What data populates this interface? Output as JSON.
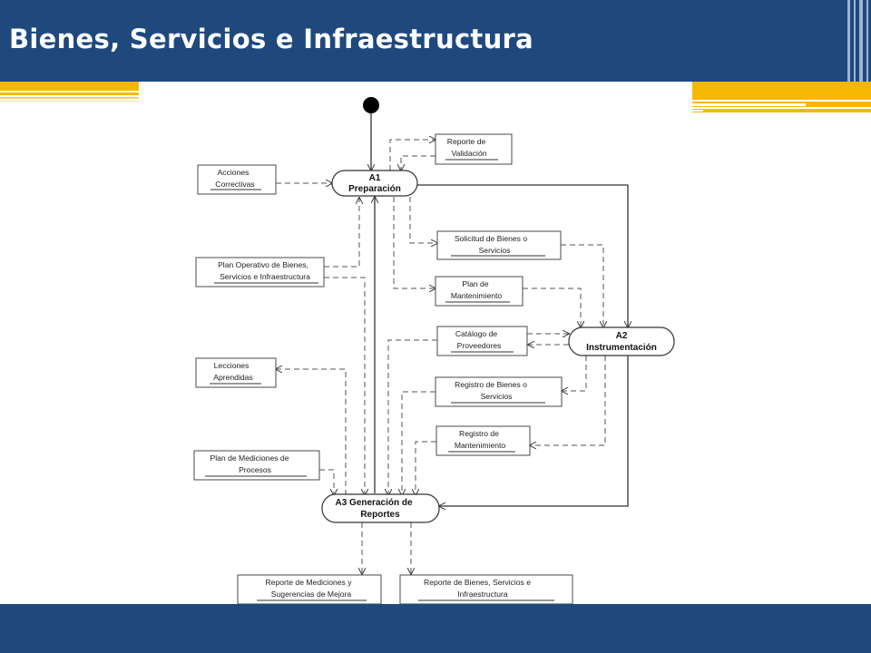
{
  "slide": {
    "title": "Bienes, Servicios e Infraestructura"
  },
  "diagram": {
    "activities": {
      "a1": {
        "line1": "A1",
        "line2": "Preparación"
      },
      "a2": {
        "line1": "A2",
        "line2": "Instrumentación"
      },
      "a3": {
        "line1": "A3 Generación de",
        "line2": "Reportes"
      }
    },
    "boxes": {
      "reporte_validacion": {
        "line1": "Reporte de",
        "line2": "Validación"
      },
      "acciones_correctivas": {
        "line1": "Acciones",
        "line2": "Correctivas"
      },
      "solicitud_bienes": {
        "line1": "Solicitud de Bienes o",
        "line2": "Servicios"
      },
      "plan_operativo": {
        "line1": "Plan Operativo de Bienes,",
        "line2": "Servicios e Infraestructura"
      },
      "plan_mantenimiento": {
        "line1": "Plan de",
        "line2": "Mantenimiento"
      },
      "catalogo_proveedores": {
        "line1": "Catálogo de",
        "line2": "Proveedores"
      },
      "lecciones_aprendidas": {
        "line1": "Lecciones",
        "line2": "Aprendidas"
      },
      "registro_bienes": {
        "line1": "Registro de Bienes o",
        "line2": "Servicios"
      },
      "registro_mantenimiento": {
        "line1": "Registro de",
        "line2": "Mantenimiento"
      },
      "plan_mediciones": {
        "line1": "Plan de Mediciones de",
        "line2": "Procesos"
      },
      "reporte_mediciones": {
        "line1": "Reporte de Mediciones y",
        "line2": "Sugerencias de Mejora"
      },
      "reporte_bienes": {
        "line1": "Reporte de Bienes, Servicios e",
        "line2": "Infraestructura"
      }
    }
  },
  "colors": {
    "header": "#1f497d",
    "accent_gold": "#f5b800"
  }
}
